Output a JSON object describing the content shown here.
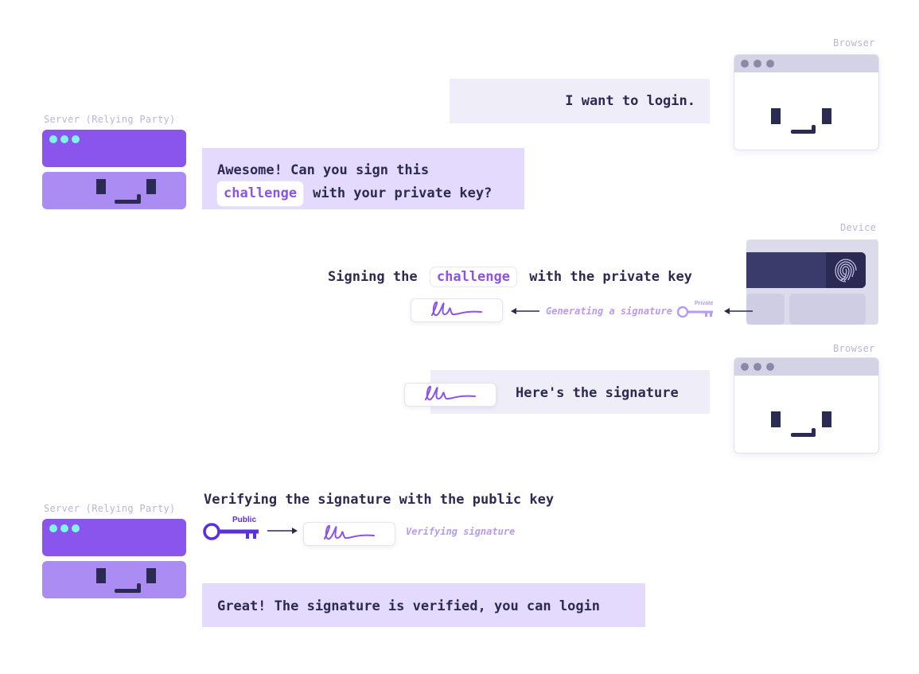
{
  "labels": {
    "browser_top": "Browser",
    "server_top": "Server (Relying Party)",
    "device": "Device",
    "browser_mid": "Browser",
    "server_bottom": "Server (Relying Party)"
  },
  "messages": {
    "login": "I want to login.",
    "challenge_line1": "Awesome! Can you sign this",
    "challenge_pill": "challenge",
    "challenge_line2": "with your private key?",
    "signing_prefix": "Signing the",
    "signing_pill": "challenge",
    "signing_suffix": "with the private key",
    "generating": "Generating a signature",
    "private_key": "Private",
    "here_signature": "Here's the signature",
    "verifying_heading": "Verifying the signature with the public key",
    "public_key": "Public",
    "verifying_note": "Verifying signature",
    "verified": "Great! The signature is verified, you can login"
  },
  "colors": {
    "navy": "#2b2a52",
    "server_purple": "#8a55ed",
    "server_light": "#ab8cf3",
    "accent": "#8d53e8",
    "bubble_light": "#efedf8",
    "bubble_purple": "#e4dafe",
    "server_dots": "#7ff5e6",
    "device_dark": "#3a3a6b"
  },
  "icons": [
    "server-icon",
    "browser-icon",
    "device-icon",
    "fingerprint-icon",
    "signature-icon",
    "key-icon",
    "arrow-left-icon",
    "arrow-right-icon"
  ]
}
